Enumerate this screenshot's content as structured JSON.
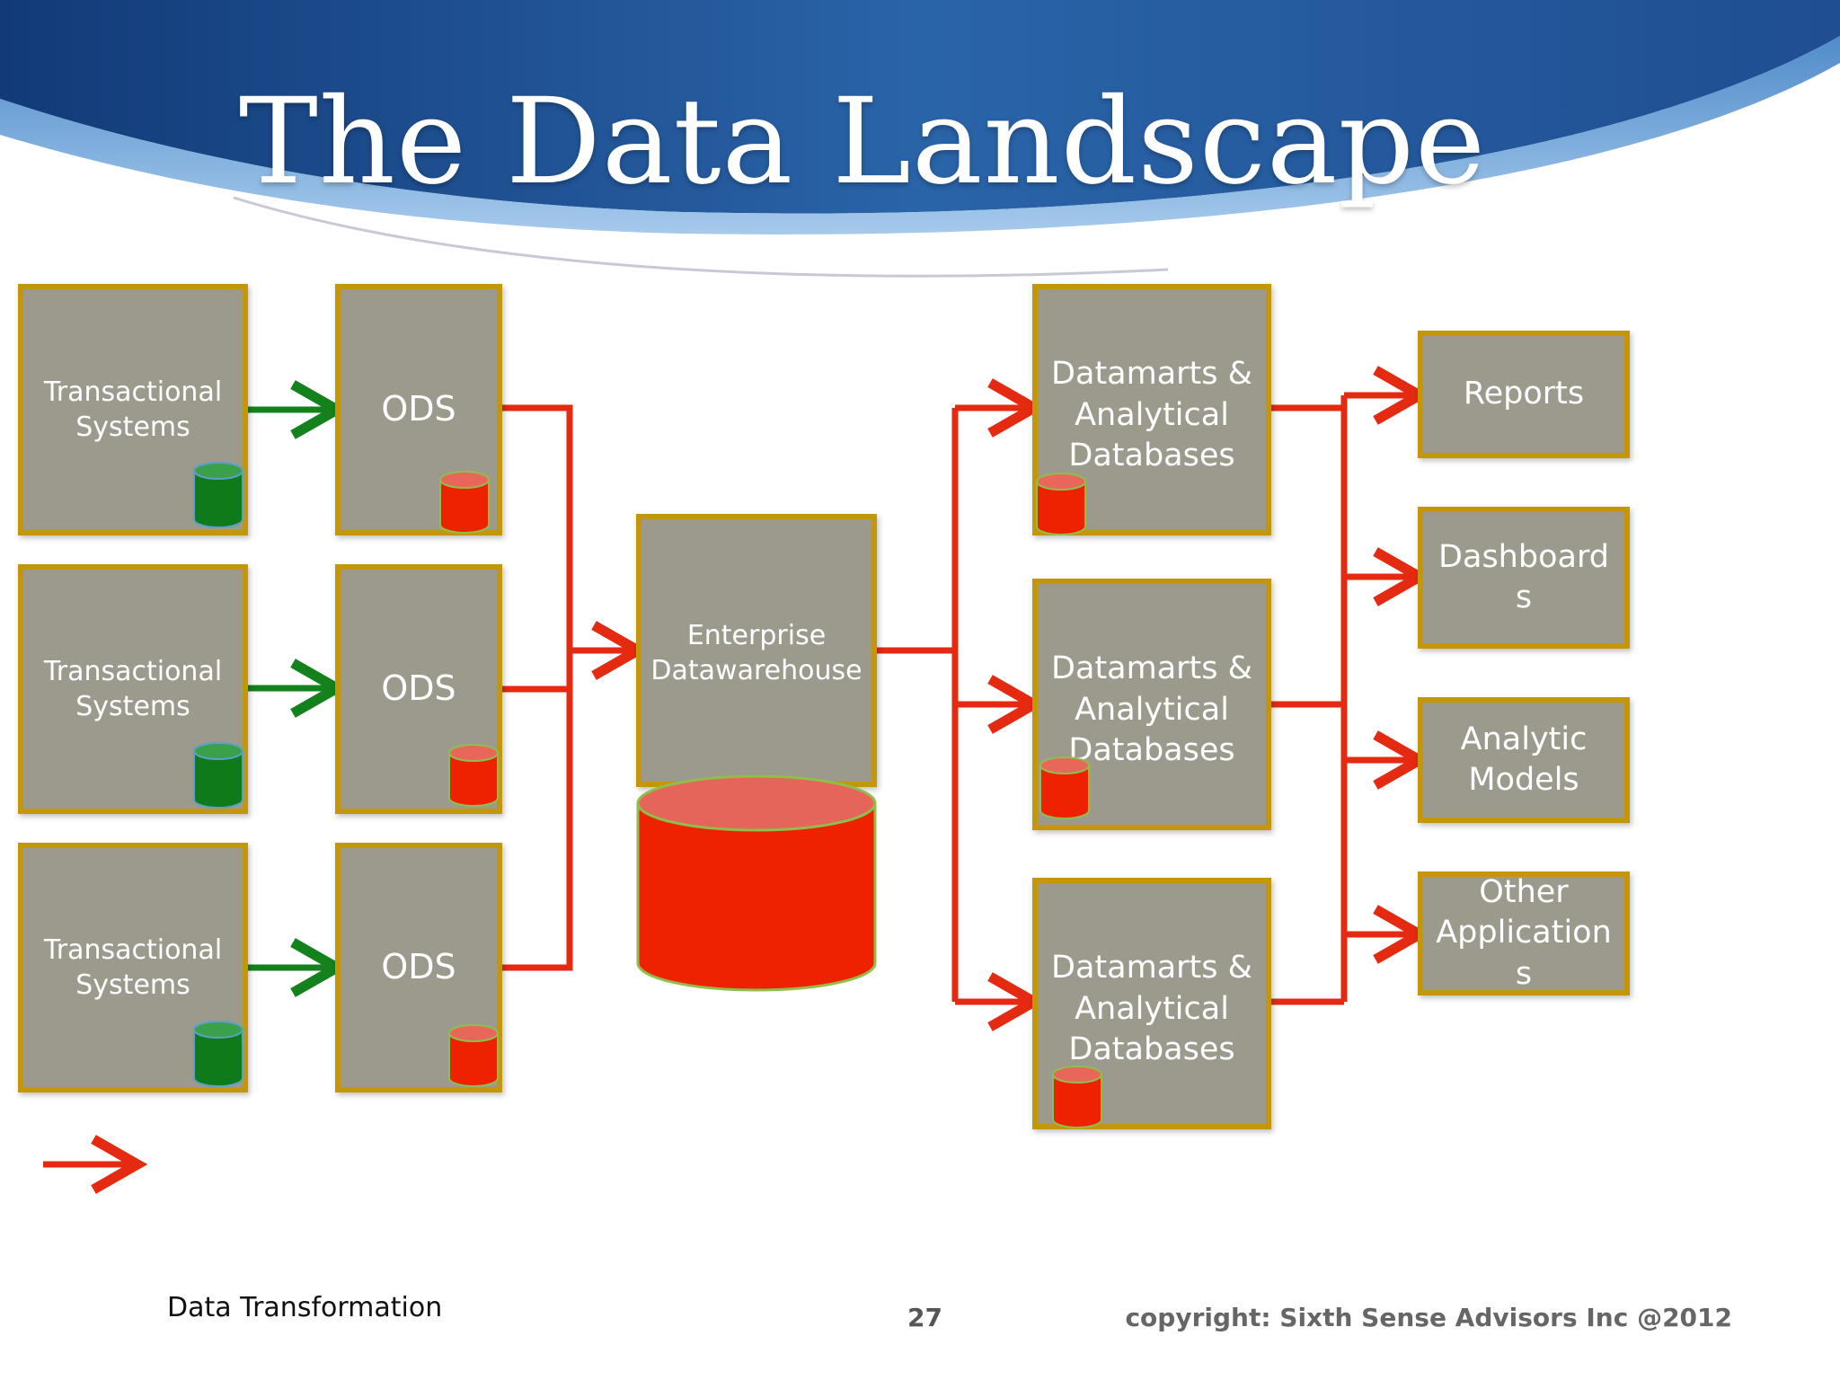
{
  "slide": {
    "title": "The Data Landscape",
    "footer_left": "Data Transformation",
    "page_number": "27",
    "copyright": "copyright: Sixth Sense Advisors Inc @2012"
  },
  "colors": {
    "box_fill": "#9c998d",
    "box_border": "#c4960a",
    "flow_red": "#e52a12",
    "flow_green": "#14821c",
    "db_red": "#ee2200",
    "db_green": "#0f7a19",
    "header_blue": "#2a64a8"
  },
  "nodes": {
    "transactional": [
      {
        "label": "Transactional Systems"
      },
      {
        "label": "Transactional Systems"
      },
      {
        "label": "Transactional Systems"
      }
    ],
    "ods": [
      {
        "label": "ODS"
      },
      {
        "label": "ODS"
      },
      {
        "label": "ODS"
      }
    ],
    "edw": {
      "label": "Enterprise Datawarehouse"
    },
    "datamarts": [
      {
        "label": "Datamarts & Analytical Databases"
      },
      {
        "label": "Datamarts & Analytical Databases"
      },
      {
        "label": "Datamarts & Analytical Databases"
      }
    ],
    "outputs": [
      {
        "label": "Reports"
      },
      {
        "label": "Dashboard s"
      },
      {
        "label": "Analytic Models"
      },
      {
        "label": "Other Application s"
      }
    ]
  }
}
